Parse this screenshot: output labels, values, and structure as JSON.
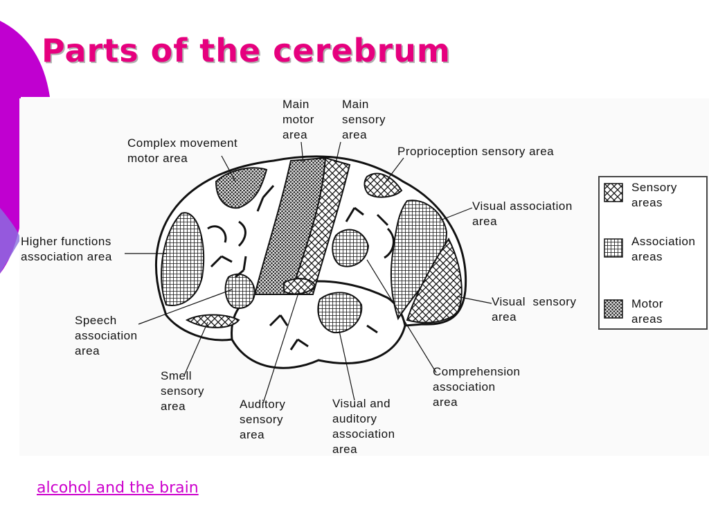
{
  "slide": {
    "title": "Parts of the cerebrum",
    "link_text": "alcohol and the brain",
    "accent_color": "#e6007e",
    "decor_color": "#c000d0",
    "link_color": "#cc00cc"
  },
  "diagram": {
    "labels": {
      "main_motor": "Main\nmotor\narea",
      "main_sensory": "Main\nsensory\narea",
      "complex_movement": "Complex movement\nmotor area",
      "proprioception": "Proprioception sensory area",
      "higher_functions": "Higher functions\nassociation area",
      "visual_association": "Visual association\narea",
      "speech": "Speech\nassociation\narea",
      "visual_sensory": "Visual  sensory\narea",
      "smell": "Smell\nsensory\narea",
      "auditory": "Auditory\nsensory\narea",
      "visual_auditory": "Visual and\nauditory\nassociation\narea",
      "comprehension": "Comprehension\nassociation\narea"
    },
    "legend": [
      {
        "label": "Sensory\nareas",
        "pattern": "sensory"
      },
      {
        "label": "Association\nareas",
        "pattern": "association"
      },
      {
        "label": "Motor\nareas",
        "pattern": "motor"
      }
    ]
  }
}
